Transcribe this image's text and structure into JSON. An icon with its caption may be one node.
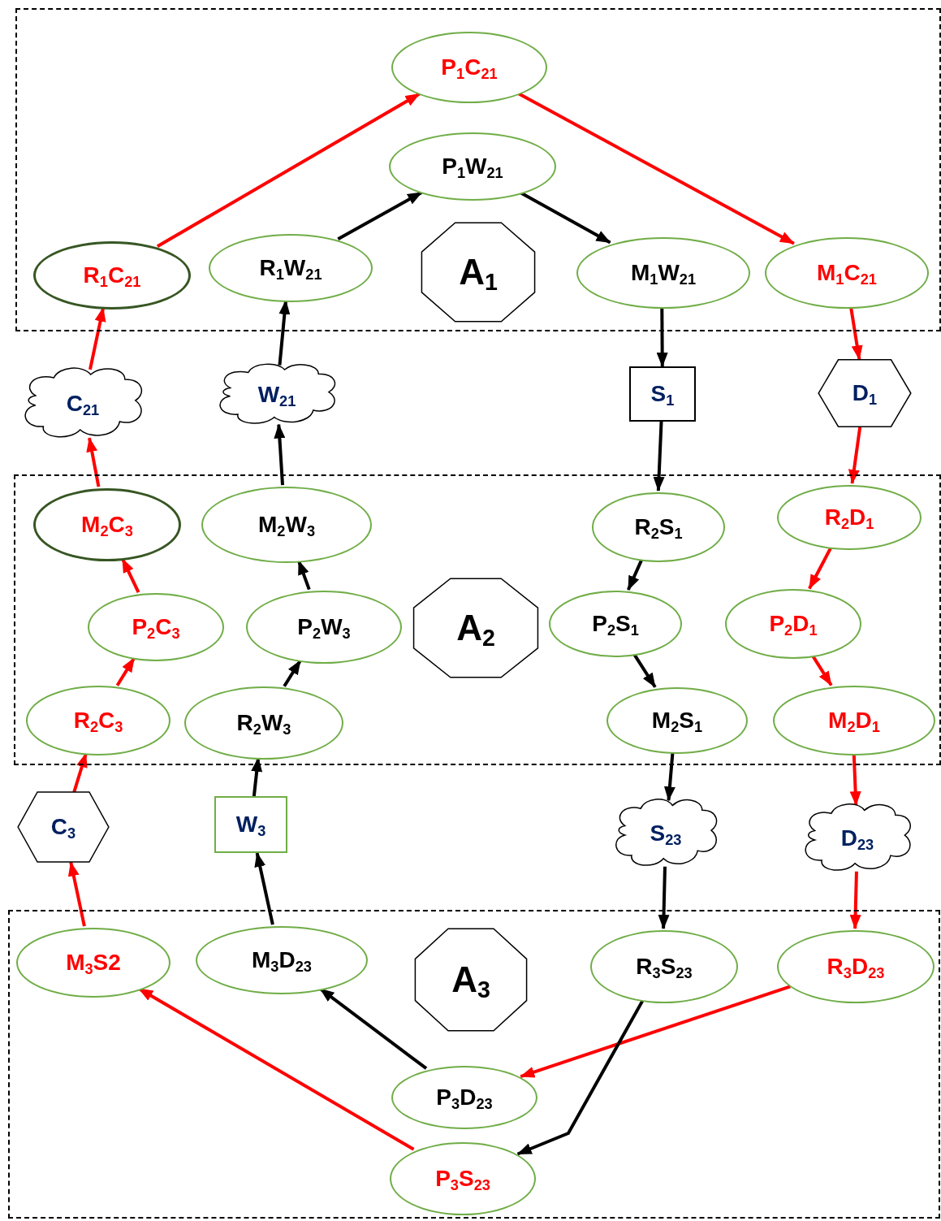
{
  "diagram": {
    "nodes": [
      {
        "text": [],
        "shape": "box"
      },
      {
        "text": [
          "P$_{1}$C$_{21}$"
        ],
        "in": 0
      },
      {
        "text": [
          "P$_{1}$W$_{21}$"
        ],
        "in": 0
      },
      {
        "text": [
          "R$_{1}$C$_{21}$"
        ],
        "in": 0
      },
      {
        "text": [
          "R$_{1}$W$_{21}$"
        ],
        "in": 0
      },
      {
        "text": [
          "A$_{1}$"
        ],
        "in": 0
      },
      {
        "text": [
          "M$_{1}$W$_{21}$"
        ],
        "in": 0
      },
      {
        "text": [
          "M$_{1}$C$_{21}$"
        ],
        "in": 0
      },
      {
        "text": [
          "C$_{21}$"
        ]
      },
      {
        "text": [
          "W$_{21}$"
        ]
      },
      {
        "text": [
          "S$_{1}$"
        ]
      },
      {
        "text": [
          "D$_{1}$"
        ]
      },
      {
        "text": [],
        "shape": "box"
      },
      {
        "text": [
          "M$_{2}$C$_{3}$"
        ],
        "in": 12
      },
      {
        "text": [
          "M$_{2}$W$_{3}$"
        ],
        "in": 12
      },
      {
        "text": [
          "R$_{2}$S$_{1}$"
        ],
        "in": 12
      },
      {
        "text": [
          "R$_{2}$D$_{1}$"
        ],
        "in": 12
      },
      {
        "text": [
          "P$_{2}$C$_{3}$"
        ],
        "in": 12
      },
      {
        "text": [
          "P$_{2}$W$_{3}$"
        ],
        "in": 12
      },
      {
        "text": [
          "A$_{2}$"
        ],
        "in": 12
      },
      {
        "text": [
          "P$_{2}$S$_{1}$"
        ],
        "in": 12
      },
      {
        "text": [
          "P$_{2}$D$_{1}$"
        ],
        "in": 12
      },
      {
        "text": [
          "R$_{2}$C$_{3}$"
        ],
        "in": 12
      },
      {
        "text": [
          "R$_{2}$W$_{3}$"
        ],
        "in": 12
      },
      {
        "text": [
          "M$_{2}$S$_{1}$"
        ],
        "in": 12
      },
      {
        "text": [
          "M$_{2}$D$_{1}$"
        ],
        "in": 12
      },
      {
        "text": [
          "C$_{3}$"
        ]
      },
      {
        "text": [
          "W$_{3}$"
        ]
      },
      {
        "text": [
          "S$_{23}$"
        ]
      },
      {
        "text": [
          "D$_{23}$"
        ]
      },
      {
        "text": [],
        "shape": "box"
      },
      {
        "text": [
          "M$_{3}$S2"
        ],
        "in": 30
      },
      {
        "text": [
          "M$_{3}$D$_{23}$"
        ],
        "in": 30
      },
      {
        "text": [
          "A$_{3}$"
        ],
        "in": 30
      },
      {
        "text": [
          "R$_{3}$S$_{23}$"
        ],
        "in": 30
      },
      {
        "text": [
          "R$_{3}$D$_{23}$"
        ],
        "in": 30
      },
      {
        "text": [
          "P$_{3}$D$_{23}$"
        ],
        "in": 30
      },
      {
        "text": [
          "P$_{3}$S$_{23}$"
        ],
        "in": 30
      }
    ],
    "edges": [
      {
        "from": 3,
        "to": 1,
        "arrow": "to",
        "color": "#ff0000"
      },
      {
        "from": 1,
        "to": 7,
        "arrow": "to",
        "color": "#ff0000"
      },
      {
        "from": 7,
        "to": 11,
        "arrow": "to",
        "color": "#ff0000"
      },
      {
        "from": 11,
        "to": 16,
        "arrow": "to",
        "color": "#ff0000"
      },
      {
        "from": 16,
        "to": 21,
        "arrow": "to",
        "color": "#ff0000"
      },
      {
        "from": 21,
        "to": 25,
        "arrow": "to",
        "color": "#ff0000"
      },
      {
        "from": 25,
        "to": 29,
        "arrow": "to",
        "color": "#ff0000"
      },
      {
        "from": 29,
        "to": 35,
        "arrow": "to",
        "color": "#ff0000"
      },
      {
        "from": 35,
        "to": 36,
        "arrow": "to",
        "color": "#ff0000"
      },
      {
        "from": 37,
        "to": 31,
        "arrow": "to",
        "color": "#ff0000"
      },
      {
        "from": 31,
        "to": 26,
        "arrow": "to",
        "color": "#ff0000"
      },
      {
        "from": 26,
        "to": 22,
        "arrow": "to",
        "color": "#ff0000"
      },
      {
        "from": 22,
        "to": 17,
        "arrow": "to",
        "color": "#ff0000"
      },
      {
        "from": 17,
        "to": 13,
        "arrow": "to",
        "color": "#ff0000"
      },
      {
        "from": 13,
        "to": 8,
        "arrow": "to",
        "color": "#ff0000"
      },
      {
        "from": 8,
        "to": 3,
        "arrow": "to",
        "color": "#ff0000"
      },
      {
        "from": 4,
        "to": 2,
        "arrow": "to",
        "color": "#000000"
      },
      {
        "from": 2,
        "to": 6,
        "arrow": "to",
        "color": "#000000"
      },
      {
        "from": 6,
        "to": 10,
        "arrow": "to",
        "color": "#000000"
      },
      {
        "from": 10,
        "to": 15,
        "arrow": "to",
        "color": "#000000"
      },
      {
        "from": 15,
        "to": 20,
        "arrow": "to",
        "color": "#000000"
      },
      {
        "from": 20,
        "to": 24,
        "arrow": "to",
        "color": "#000000"
      },
      {
        "from": 24,
        "to": 28,
        "arrow": "to",
        "color": "#000000"
      },
      {
        "from": 28,
        "to": 34,
        "arrow": "to",
        "color": "#000000"
      },
      {
        "from": 34,
        "to": 37,
        "arrow": "to",
        "color": "#000000"
      },
      {
        "from": 36,
        "to": 32,
        "arrow": "to",
        "color": "#000000"
      },
      {
        "from": 32,
        "to": 27,
        "arrow": "to",
        "color": "#000000"
      },
      {
        "from": 27,
        "to": 23,
        "arrow": "to",
        "color": "#000000"
      },
      {
        "from": 23,
        "to": 18,
        "arrow": "to",
        "color": "#000000"
      },
      {
        "from": 18,
        "to": 14,
        "arrow": "to",
        "color": "#000000"
      },
      {
        "from": 14,
        "to": 9,
        "arrow": "to",
        "color": "#000000"
      },
      {
        "from": 9,
        "to": 4,
        "arrow": "to",
        "color": "#000000"
      }
    ]
  }
}
